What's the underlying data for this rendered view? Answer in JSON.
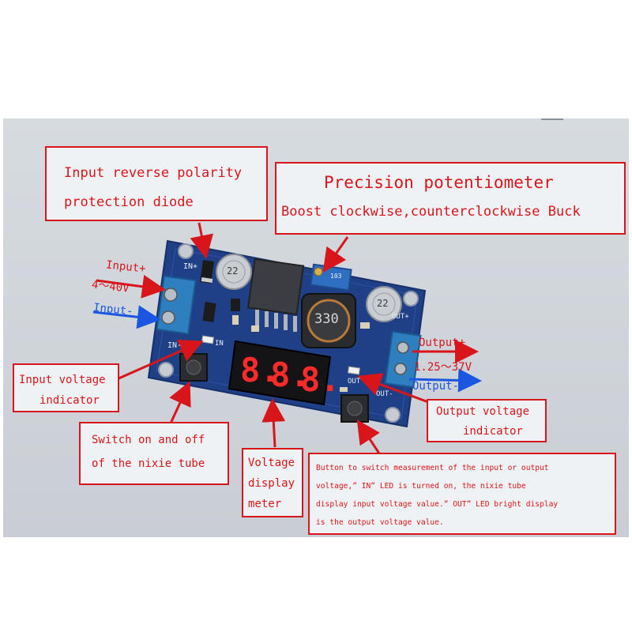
{
  "callouts": {
    "reverse_polarity": {
      "line1": "Input reverse polarity",
      "line2": "protection diode"
    },
    "potentiometer": {
      "line1": "Precision potentiometer",
      "line2": "Boost clockwise,counterclockwise Buck"
    },
    "input_indicator": {
      "line1": "Input voltage",
      "line2": "indicator"
    },
    "switch_tube": {
      "line1": "Switch on and off",
      "line2": "of the nixie tube"
    },
    "voltmeter": {
      "line1": "Voltage",
      "line2": "display",
      "line3": "meter"
    },
    "output_indicator": {
      "line1": "Output voltage",
      "line2": "indicator"
    },
    "button_desc": {
      "line1": "Button to switch measurement of the input or output",
      "line2": "voltage,” IN” LED is turned on, the  nixie tube",
      "line3": "display input voltage value.” OUT” LED bright display",
      "line4": "is the output voltage value."
    }
  },
  "arrows_text": {
    "input_plus": "Input+",
    "input_range": "4～40V",
    "input_minus": "Input-",
    "output_plus": "Output+",
    "output_range": "1.25～37V",
    "output_minus": "Output-"
  },
  "board": {
    "silk_in_plus": "IN+",
    "silk_in_minus": "IN-",
    "silk_in_led": "IN",
    "silk_out_led": "OUT",
    "silk_out_plus": "OUT+",
    "silk_out_minus": "OUT-",
    "inductor_code": "330",
    "cap_left_code": "22",
    "cap_right_code": "22",
    "pot_code": "103",
    "display_digits": [
      "8.",
      "8.",
      "8."
    ]
  },
  "colors": {
    "annotation_red": "#d8151b",
    "arrow_blue": "#1a56e0",
    "pcb_blue": "#1f3f86",
    "terminal_blue": "#2e7fc0",
    "display_red": "#ff2a2a"
  }
}
